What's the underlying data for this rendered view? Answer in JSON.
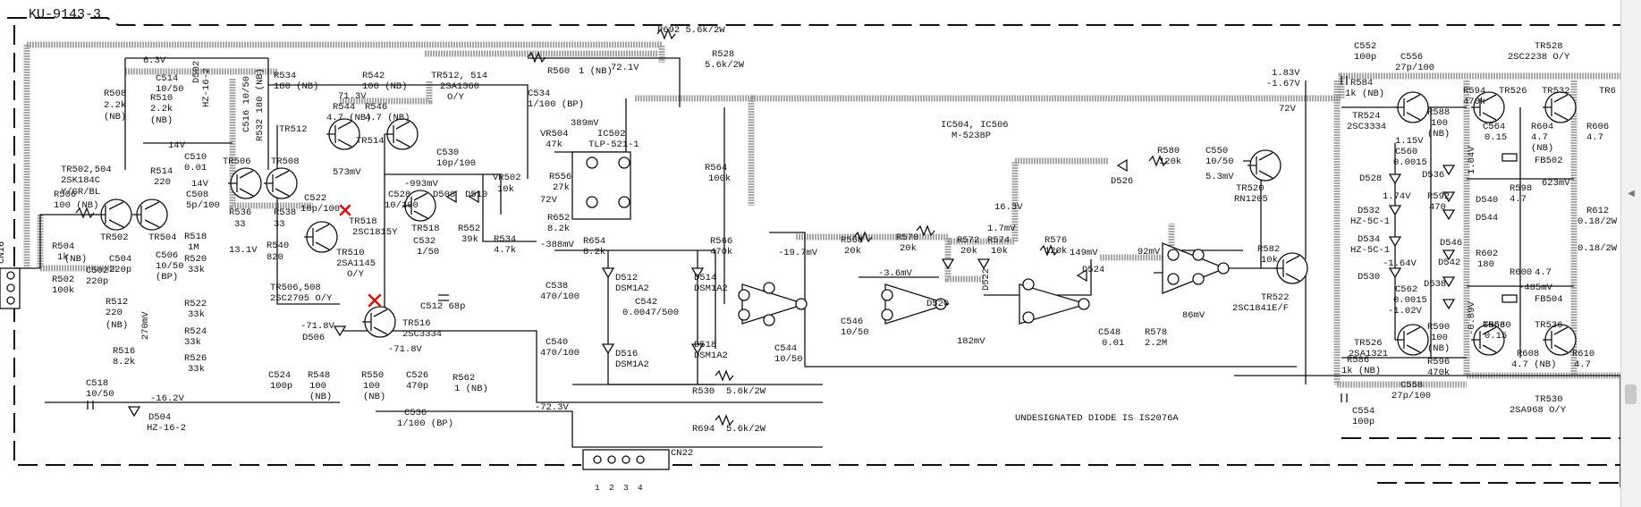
{
  "title": "KU-9143-3",
  "footnote": "UNDESIGNATED DIODE IS IS2076A",
  "connectors": {
    "left": "CN16",
    "bottom": "CN22",
    "bottom_pins": [
      "1",
      "2",
      "3",
      "4"
    ]
  },
  "labels": {
    "r692": "R692 5.6k/2W",
    "r528": "R528",
    "r528v": "5.6k/2W",
    "r560": "R560",
    "r560v": "1 (NB)",
    "v721": "72.1V",
    "v63": "6.3V",
    "r508": "R508",
    "r508v": "2.2k",
    "r508nb": "(NB)",
    "c514": "C514",
    "c514v": "10/50",
    "d502": "D502",
    "d502v": "HZ-16-2",
    "c516": "C516 10/50",
    "r532": "R532 180 (NB)",
    "r534": "R534",
    "r534v": "180 (NB)",
    "r542": "R542",
    "r542v": "100 (NB)",
    "tr512_514": "TR512, 514",
    "tr512_514t": "2SA1360",
    "tr512_514g": "O/Y",
    "c534": "C534",
    "c534v": "1/100 (BP)",
    "v713": "71.3V",
    "r544": "R544",
    "r544v": "4.7 (NB)",
    "r546": "R546",
    "r546v": "4.7 (NB)",
    "r510": "R510",
    "r510v": "2.2k",
    "r510nb": "(NB)",
    "v14a": "14V",
    "c510": "C510",
    "c510v": "0.01",
    "r514": "R514",
    "r514v": "220",
    "v14b": "14V",
    "tr502_504": "TR502,504",
    "tr502_504t": "2SK184C",
    "tr502_504g": "Y/GR/BL",
    "tr506": "TR506",
    "tr508": "TR508",
    "tr512": "TR512",
    "tr514": "TR514",
    "v573": "573mV",
    "c530": "C530",
    "c530v": "10p/100",
    "c508": "C508",
    "c508v": "5p/100",
    "r506": "R506",
    "r506v": "100 (NB)",
    "c522": "C522",
    "c522v": "10p/100",
    "c528": "C528",
    "c528v": "10/100",
    "v993": "-993mV",
    "d508": "D508",
    "d510": "D510",
    "vr502": "VR502",
    "vr502v": "10k",
    "r536": "R536",
    "r536v": "33",
    "r538": "R538",
    "r538v": "33",
    "tr518": "TR518",
    "tr518t": "2SC1815Y",
    "tr518b": "TR518",
    "r552": "R552",
    "r552v": "39k",
    "c532": "C532",
    "c532v": "1/50",
    "r534b": "R534",
    "r534bv": "4.7k",
    "r518": "R518",
    "r518v": "1M",
    "r520": "R520",
    "r520v": "33k",
    "c506": "C506",
    "c506v": "10/50",
    "c506bp": "(BP)",
    "v131": "13.1V",
    "r540": "R540",
    "r540v": "820",
    "tr510": "TR510",
    "tr510t": "2SA1145",
    "tr510g": "O/Y",
    "tr502": "TR502",
    "tr504": "TR504",
    "r504": "R504",
    "r504v": "1k",
    "r504nb": "(NB)",
    "c504": "C504",
    "c504v": "220p",
    "r502": "R502",
    "r502v": "100k",
    "c502": "C502",
    "c502v": "220p",
    "r512": "R512",
    "r512v": "220",
    "r512nb": "(NB)",
    "r522": "R522",
    "r522v": "33k",
    "r524": "R524",
    "r524v": "33k",
    "r526": "R526",
    "r526v": "33k",
    "v270": "270mV",
    "tr506_508": "TR506,508",
    "tr506_508t": "2SC2705 O/Y",
    "c512": "C512 68p",
    "tr516": "TR516",
    "tr516t": "2SC3334",
    "v718": "-71.8V",
    "d506": "D506",
    "v718b": "-71.8V",
    "r516": "R516",
    "r516v": "8.2k",
    "c524": "C524",
    "c524v": "100p",
    "r548": "R548",
    "r548v": "100",
    "r548nb": "(NB)",
    "r550": "R550",
    "r550v": "100",
    "r550nb": "(NB)",
    "c526": "C526",
    "c526v": "470p",
    "r562": "R562",
    "r562v": "1 (NB)",
    "c518": "C518",
    "c518v": "10/50",
    "v162": "-16.2V",
    "d504": "D504",
    "d504v": "HZ-16-2",
    "v723": "-72.3V",
    "c536": "C536",
    "c536v": "1/100 (BP)",
    "r530": "R530",
    "r530v": "5.6k/2W",
    "r694": "R694",
    "r694v": "5.6k/2W",
    "vr504": "VR504",
    "vr504v": "47k",
    "v389": "389mV",
    "ic502": "IC502",
    "ic502t": "TLP-521-1",
    "v72a": "72V",
    "r556": "R556",
    "r556v": "27k",
    "r652": "R652",
    "r652v": "8.2k",
    "v388": "-388mV",
    "r654": "R654",
    "r654v": "8.2k",
    "r564": "R564",
    "r564v": "100k",
    "d512": "D512",
    "d512t": "DSM1A2",
    "d514": "D514",
    "d514t": "DSM1A2",
    "c538": "C538",
    "c538v": "470/100",
    "c542": "C542",
    "c542v": "0.0047/500",
    "c540": "C540",
    "c540v": "470/100",
    "d516": "D516",
    "d516t": "DSM1A2",
    "d518": "D518",
    "d518t": "DSM1A2",
    "r566": "R566",
    "r566v": "470k",
    "v197": "-19.7mV",
    "ic504": "IC504, IC506",
    "ic504t": "M-5238P",
    "v163": "16.3V",
    "r568": "R568",
    "r568v": "20k",
    "r570": "R570",
    "r570v": "20k",
    "r572": "R572",
    "r572v": "20k",
    "r574": "R574",
    "r574v": "10k",
    "v17": "1.7mV",
    "r576": "R576",
    "r576v": "120k",
    "v149": "149mV",
    "v92": "92mV",
    "v36": "-3.6mV",
    "d520": "D520",
    "d522": "D522",
    "v182": "182mV",
    "d524": "D524",
    "c546": "C546",
    "c546v": "10/50",
    "c544": "C544",
    "c544v": "10/50",
    "c548": "C548",
    "c548v": "0.01",
    "r578": "R578",
    "r578v": "2.2M",
    "v86": "86mV",
    "d526": "D526",
    "r580": "R580",
    "r580v": "120k",
    "c550": "C550",
    "c550v": "10/50",
    "v53": "5.3mV",
    "tr520": "TR520",
    "tr520t": "RN1205",
    "v72b": "72V",
    "r582": "R582",
    "r582v": "10k",
    "tr522": "TR522",
    "tr522t": "2SC1841E/F",
    "v183": "1.83V",
    "v167": "-1.67V",
    "c552": "C552",
    "c552v": "100p",
    "r584": "R584",
    "r584v": "1k (NB)",
    "c556": "C556",
    "c556v": "27p/100",
    "tr528": "TR528",
    "tr528t": "2SC2238 O/Y",
    "r594": "R594",
    "r594v": "470k",
    "tr524": "TR524",
    "tr524t": "2SC3334",
    "r588": "R588",
    "r588v": "100",
    "r588nb": "(NB)",
    "tr526a": "TR526",
    "tr532": "TR532",
    "c564": "C564",
    "c564v": "0.15",
    "r604": "R604",
    "r604v": "4.7",
    "r604nb": "(NB)",
    "r606": "R606",
    "r606v": "4.7",
    "v115": "1.15V",
    "c560": "C560",
    "c560v": "0.0015",
    "v104": "1.04V",
    "fb502": "FB502",
    "d528": "D528",
    "d536": "D536",
    "r592": "R592",
    "r592v": "470",
    "d540": "D540",
    "r598": "R598",
    "r598v": "4.7",
    "v623": "623mV",
    "v174": "1.74V",
    "d532": "D532",
    "d532t": "HZ-5C-1",
    "d544": "D544",
    "r612": "R612",
    "r612v": "0.18/2W",
    "r612b": "0.18/2W",
    "d534": "D534",
    "d534t": "HZ-5C-1",
    "d546": "D546",
    "v164": "-1.64V",
    "d542": "D542",
    "r602": "R602",
    "r602v": "180",
    "d530": "D530",
    "d538": "D538",
    "r600": "R600",
    "r600v": "4.7",
    "v485": "-485mV",
    "fb504": "FB504",
    "c562": "C562",
    "c562v": "0.0015",
    "v102": "-1.02V",
    "v089": "-0.89V",
    "tr526": "TR526",
    "tr526t": "2SA1321",
    "r590": "R590",
    "r590v": "100",
    "r590nb": "(NB)",
    "tr530": "TR530",
    "c566": "C566",
    "c566v": "0.15",
    "tr536": "TR536",
    "r586": "R586",
    "r586v": "1k (NB)",
    "r596": "R596",
    "r596v": "470k",
    "r608": "R608",
    "r608v": "4.7 (NB)",
    "r610": "R610",
    "r610v": "4.7",
    "c558": "C558",
    "c558v": "27p/100",
    "c554": "C554",
    "c554v": "100p",
    "tr530b": "TR530",
    "tr530t": "2SA968 O/Y",
    "tr52x": "TR6"
  },
  "annotations": {
    "red_marks": 2
  },
  "ui": {
    "scroll_icon": "chevron-left-icon"
  }
}
